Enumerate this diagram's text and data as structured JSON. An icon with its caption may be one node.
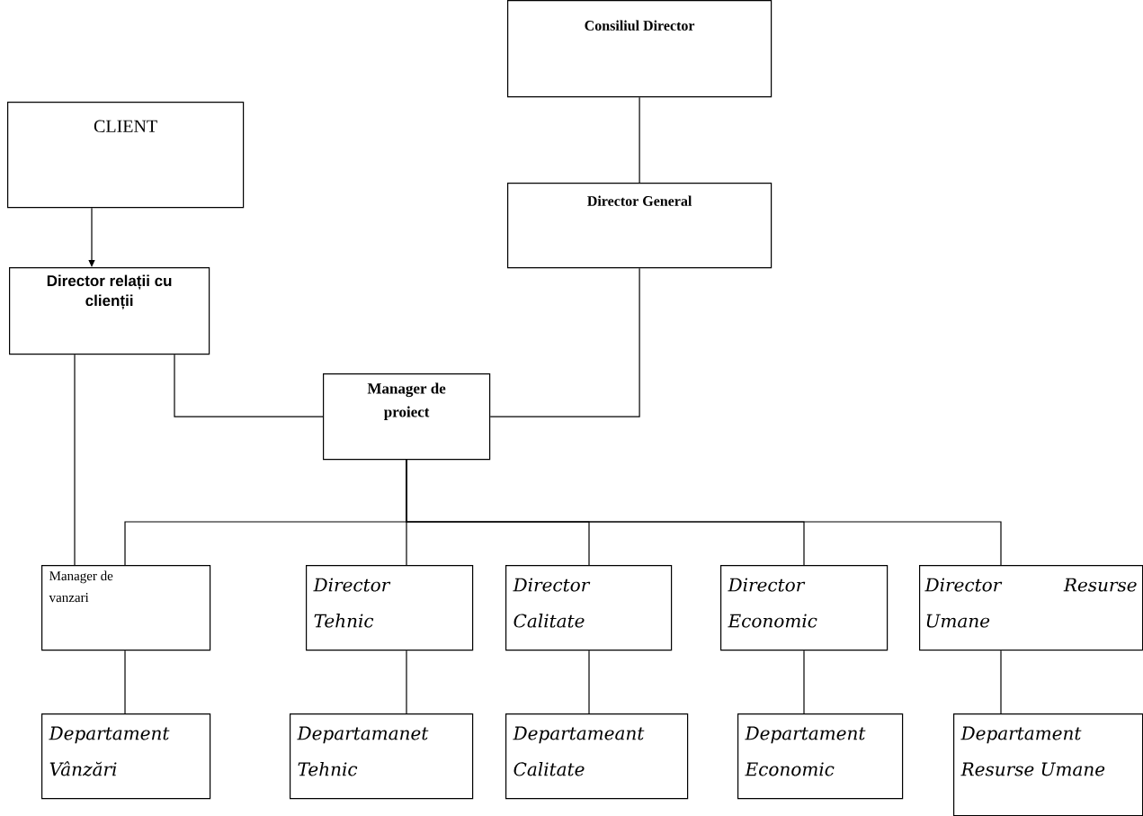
{
  "diagram": {
    "nodes": [
      {
        "text": [
          "Consiliul Director"
        ]
      },
      {
        "text": [
          "CLIENT"
        ]
      },
      {
        "text": [
          "Director General"
        ]
      },
      {
        "text": [
          "Director relații cu clienții"
        ]
      },
      {
        "text": [
          "Manager de proiect"
        ]
      },
      {
        "text": [
          "Manager de vanzari"
        ]
      },
      {
        "text": [
          "Director Tehnic"
        ]
      },
      {
        "text": [
          "Director Calitate"
        ]
      },
      {
        "text": [
          "Director Economic"
        ]
      },
      {
        "text": [
          "Director Resurse Umane"
        ]
      },
      {
        "text": [
          "Departament Vânzări"
        ]
      },
      {
        "text": [
          "Departamanet Tehnic"
        ]
      },
      {
        "text": [
          "Departameant Calitate"
        ]
      },
      {
        "text": [
          "Departament Economic"
        ]
      },
      {
        "text": [
          "Departament Resurse Umane"
        ]
      }
    ],
    "edges": [
      {
        "from": 0,
        "to": 2,
        "arrow": "none"
      },
      {
        "from": 1,
        "to": 3,
        "arrow": "to"
      },
      {
        "from": 2,
        "to": 4,
        "arrow": "none"
      },
      {
        "from": 3,
        "to": 4,
        "arrow": "none"
      },
      {
        "from": 3,
        "to": 5,
        "arrow": "none"
      },
      {
        "from": 4,
        "to": 5,
        "arrow": "none"
      },
      {
        "from": 4,
        "to": 6,
        "arrow": "none"
      },
      {
        "from": 4,
        "to": 7,
        "arrow": "none"
      },
      {
        "from": 4,
        "to": 8,
        "arrow": "none"
      },
      {
        "from": 4,
        "to": 9,
        "arrow": "none"
      },
      {
        "from": 5,
        "to": 10,
        "arrow": "none"
      },
      {
        "from": 6,
        "to": 11,
        "arrow": "none"
      },
      {
        "from": 7,
        "to": 12,
        "arrow": "none"
      },
      {
        "from": 8,
        "to": 13,
        "arrow": "none"
      },
      {
        "from": 9,
        "to": 14,
        "arrow": "none"
      }
    ]
  }
}
